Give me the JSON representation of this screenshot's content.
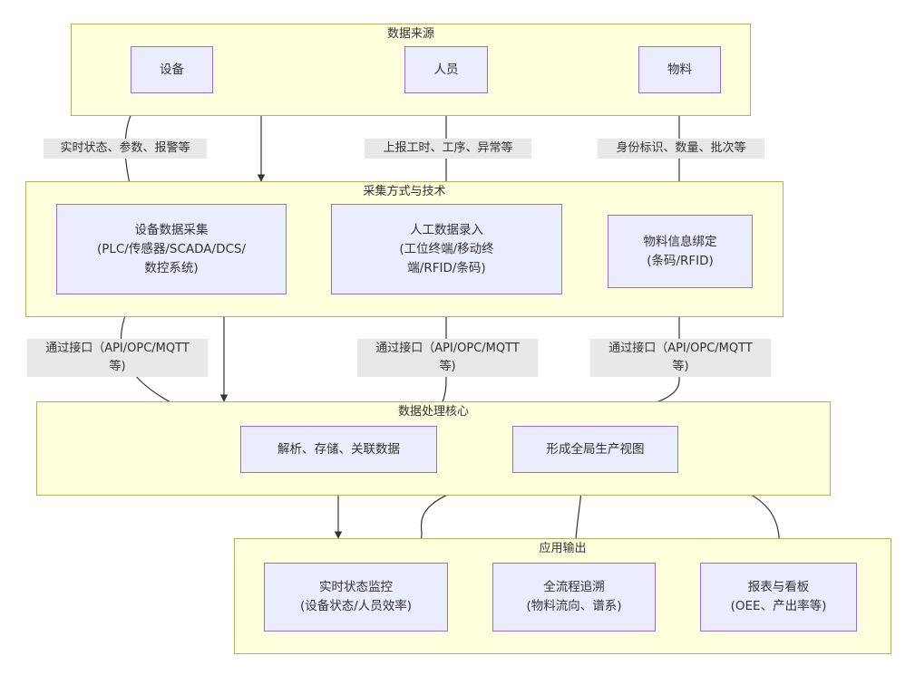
{
  "groups": {
    "source": "数据来源",
    "collect": "采集方式与技术",
    "process": "数据处理核心",
    "output": "应用输出"
  },
  "nodes": {
    "device": [
      "设备"
    ],
    "person": [
      "人员"
    ],
    "material": [
      "物料"
    ],
    "device_collect": [
      "设备数据采集",
      "(PLC/传感器/SCADA/DCS/",
      "数控系统)"
    ],
    "manual_entry": [
      "人工数据录入",
      "(工位终端/移动终",
      "端/RFID/条码)"
    ],
    "material_bind": [
      "物料信息绑定",
      "(条码/RFID)"
    ],
    "parse_store": [
      "解析、存储、关联数据"
    ],
    "global_view": [
      "形成全局生产视图"
    ],
    "realtime_monitor": [
      "实时状态监控",
      "(设备状态/人员效率)"
    ],
    "full_trace": [
      "全流程追溯",
      "(物料流向、谱系)"
    ],
    "report_board": [
      "报表与看板",
      "(OEE、产出率等)"
    ]
  },
  "edge_labels": {
    "device_to_collect": [
      "实时状态、参数、报警等"
    ],
    "person_to_entry": [
      "上报工时、工序、异常等"
    ],
    "material_to_bind": [
      "身份标识、数量、批次等"
    ],
    "collect_to_parse": [
      "通过接口（API/OPC/MQTT",
      "等)"
    ],
    "entry_to_parse": [
      "通过接口（API/OPC/MQTT",
      "等)"
    ],
    "bind_to_parse": [
      "通过接口（API/OPC/MQTT",
      "等)"
    ]
  },
  "colors": {
    "group_fill": "#ffffde",
    "group_border": "#b3b35f",
    "node_fill": "#ececff",
    "node_border": "#9370db",
    "edge": "#333333",
    "label_bg": "#e8e8e8"
  }
}
